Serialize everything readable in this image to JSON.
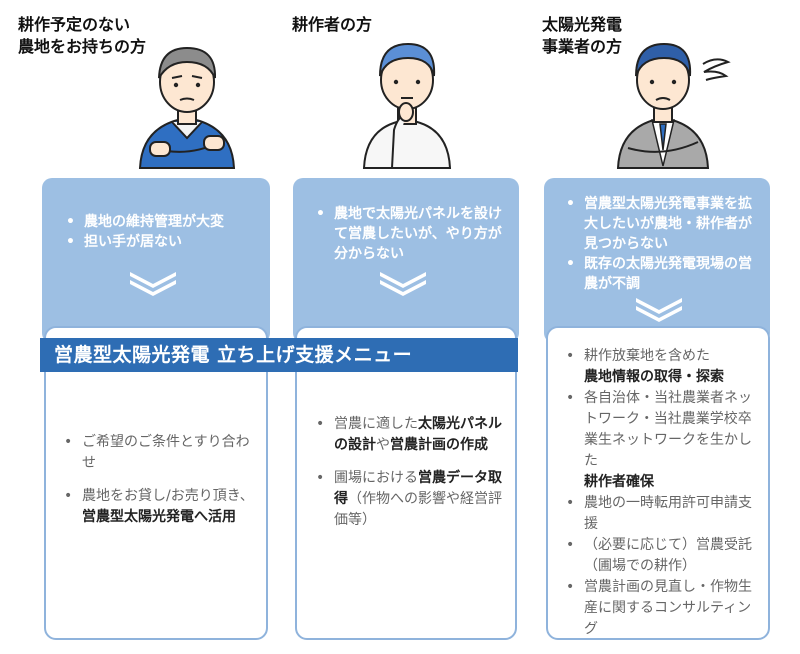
{
  "personas": [
    {
      "title": [
        "耕作予定のない",
        "農地をお持ちの方"
      ],
      "problems": [
        "農地の維持管理が大変",
        "担い手が居ない"
      ],
      "services": [
        [
          {
            "t": "ご希望のご条件とすり合わせ",
            "b": false
          }
        ],
        [
          {
            "t": "農地をお貸し/お売り頂き、",
            "b": false
          },
          {
            "t": "営農型太陽光発電へ活用",
            "b": true
          }
        ]
      ]
    },
    {
      "title": [
        "耕作者の方"
      ],
      "problems": [
        "農地で太陽光パネルを設けて営農したいが、やり方が分からない"
      ],
      "services": [
        [
          {
            "t": "営農に適した",
            "b": false
          },
          {
            "t": "太陽光パネルの設計",
            "b": true
          },
          {
            "t": "や",
            "b": false
          },
          {
            "t": "営農計画の作成",
            "b": true
          }
        ],
        [
          {
            "t": "圃場における",
            "b": false
          },
          {
            "t": "営農データ取得",
            "b": true
          },
          {
            "t": "（作物への影響や経営評価等）",
            "b": false
          }
        ]
      ]
    },
    {
      "title": [
        "太陽光発電",
        "事業者の方"
      ],
      "problems": [
        "営農型太陽光発電事業を拡大したいが農地・耕作者が見つからない",
        "既存の太陽光発電現場の営農が不調"
      ],
      "services": [
        [
          {
            "t": "耕作放棄地を含めた",
            "b": false
          },
          {
            "t": "農地情報の取得・探索",
            "b": true
          }
        ],
        [
          {
            "t": "各自治体・当社農業者ネットワーク・当社農業学校卒業生ネットワークを生かした",
            "b": false
          },
          {
            "t": "耕作者確保",
            "b": true
          }
        ],
        [
          {
            "t": "農地の一時転用許可申請支援",
            "b": false
          }
        ],
        [
          {
            "t": "（必要に応じて）営農受託（圃場での耕作）",
            "b": false
          }
        ],
        [
          {
            "t": "営農計画の見直し・作物生産に関するコンサルティング",
            "b": false
          }
        ]
      ]
    }
  ],
  "banner": "営農型太陽光発電 立ち上げ支援メニュー",
  "colors": {
    "primary": "#2e6db4",
    "light": "#9dbfe3",
    "border": "#8fb3dc",
    "skin": "#fde7d2",
    "hair_gray": "#8c8c8c",
    "hair_blue": "#5b8fd6"
  }
}
